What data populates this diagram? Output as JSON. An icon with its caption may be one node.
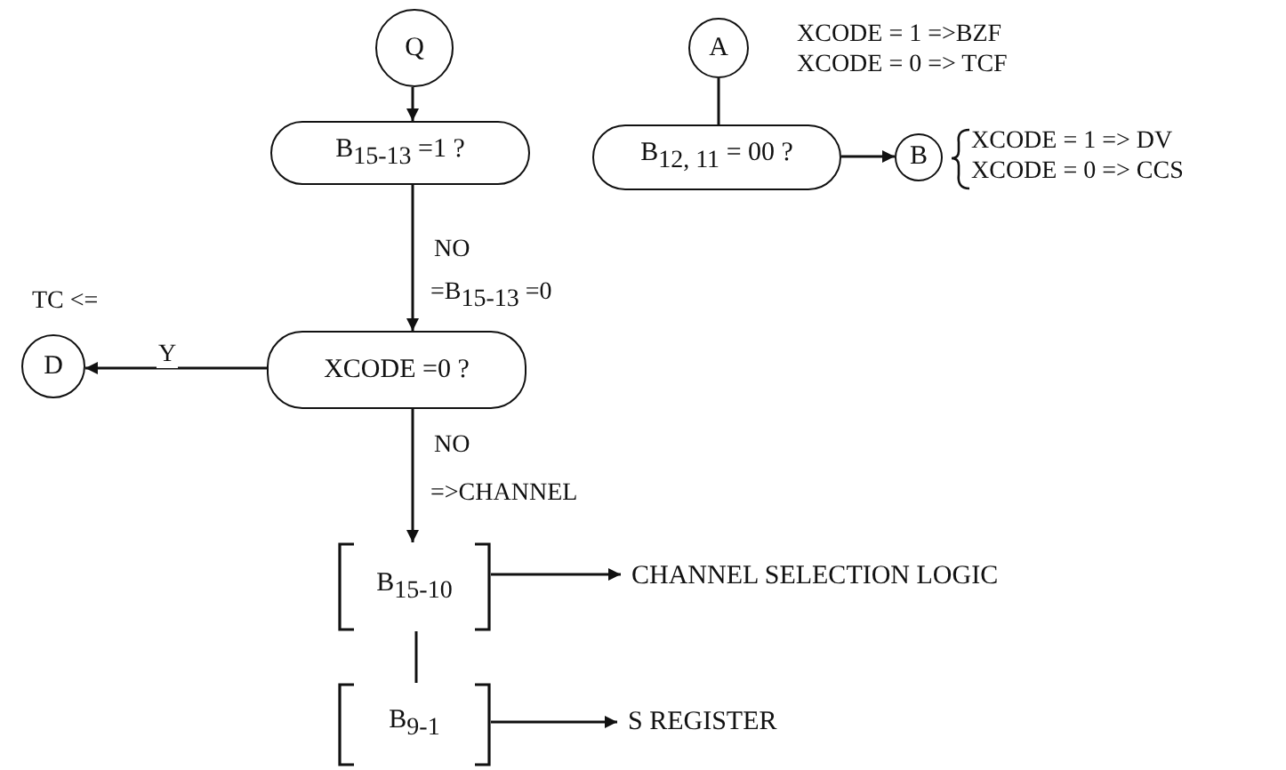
{
  "diagram": {
    "nodes": [
      {
        "text": [
          "Q"
        ]
      },
      {
        "text": [
          "B$_{15-13}$ =1  ?"
        ]
      },
      {
        "text": [
          "XCODE =0  ?"
        ]
      },
      {
        "text": [
          "D"
        ],
        "beside": [
          "TC <="
        ]
      },
      {
        "text": [
          "B$_{15-10}$"
        ]
      },
      {
        "text": [
          "CHANNEL SELECTION LOGIC"
        ]
      },
      {
        "text": [
          "B$_{9-1}$"
        ]
      },
      {
        "text": [
          "S REGISTER"
        ]
      },
      {
        "text": [
          "A"
        ]
      },
      {
        "text": [
          "B$_{12, 11}$ = 00  ?"
        ]
      },
      {
        "text": [
          "B"
        ],
        "beside": [
          "XCODE = 1 => DV",
          "XCODE = 0 => CCS"
        ]
      }
    ],
    "edges": [
      {
        "from": 0,
        "to": 1,
        "arrow": "to"
      },
      {
        "from": 1,
        "to": 2,
        "arrow": "to",
        "label": "NO"
      },
      {
        "from": 2,
        "to": 3,
        "arrow": "to",
        "label": "Y"
      },
      {
        "from": 2,
        "to": 4,
        "arrow": "to",
        "label": "NO"
      },
      {
        "from": 4,
        "to": 5,
        "arrow": "to"
      },
      {
        "from": 4,
        "to": 6,
        "arrow": "none"
      },
      {
        "from": 6,
        "to": 7,
        "arrow": "to"
      },
      {
        "from": 8,
        "to": 9,
        "arrow": "none"
      },
      {
        "from": 9,
        "to": 10,
        "arrow": "to"
      }
    ],
    "labels": [
      "XCODE = 1 =>BZF",
      "XCODE = 0 => TCF",
      "=B$_{15-13}$ =0",
      "=>CHANNEL"
    ]
  }
}
